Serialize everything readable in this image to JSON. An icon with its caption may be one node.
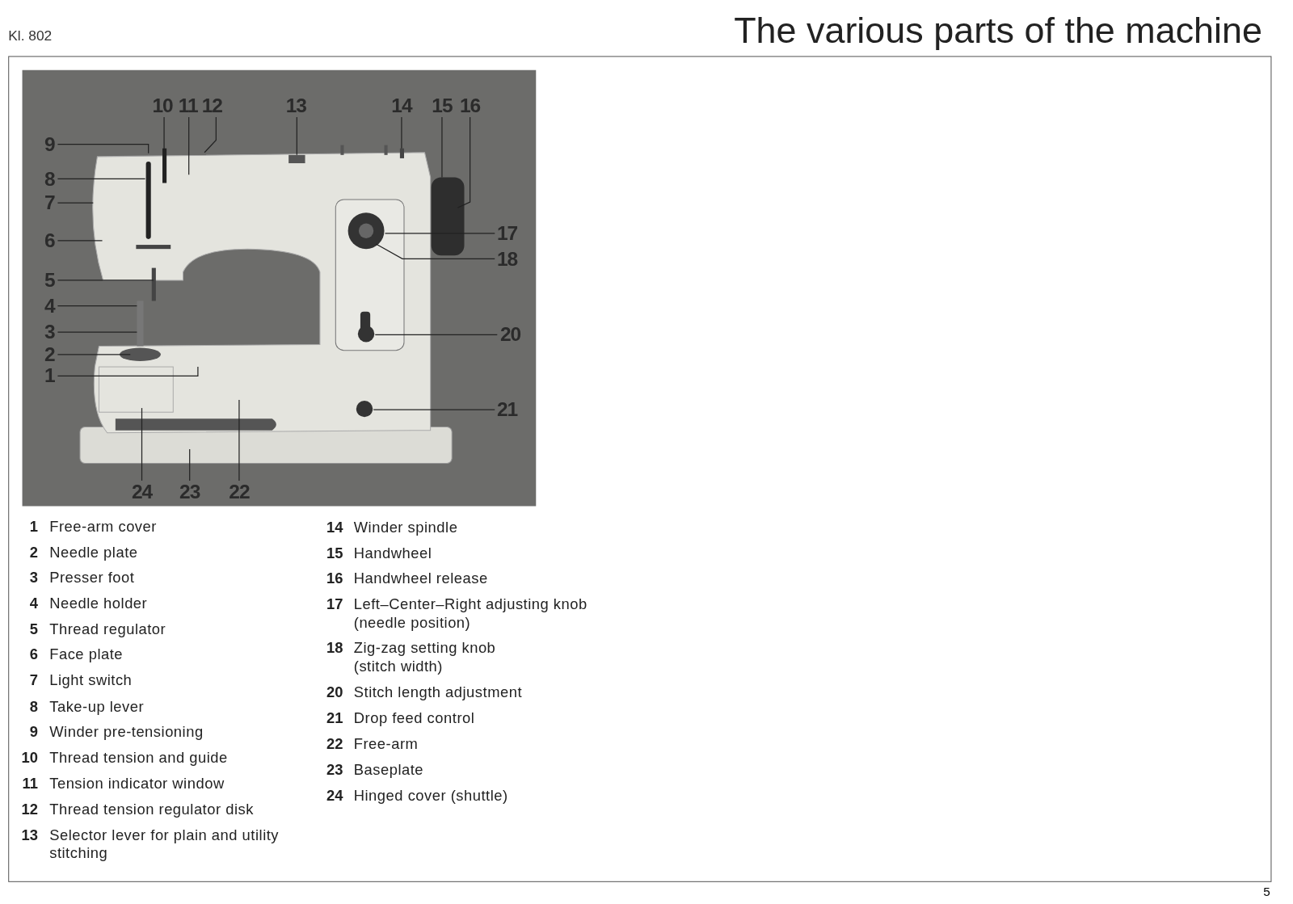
{
  "diagram": {
    "title": "The various parts of the machine",
    "nodes": [
      {
        "text": [
          "1"
        ]
      },
      {
        "text": [
          "2"
        ]
      },
      {
        "text": [
          "3"
        ]
      },
      {
        "text": [
          "4"
        ]
      },
      {
        "text": [
          "5"
        ]
      },
      {
        "text": [
          "6"
        ]
      },
      {
        "text": [
          "7"
        ]
      },
      {
        "text": [
          "8"
        ]
      },
      {
        "text": [
          "9"
        ]
      },
      {
        "text": [
          "10"
        ]
      },
      {
        "text": [
          "11"
        ]
      },
      {
        "text": [
          "12"
        ]
      },
      {
        "text": [
          "13"
        ]
      },
      {
        "text": [
          "14"
        ]
      },
      {
        "text": [
          "15"
        ]
      },
      {
        "text": [
          "16"
        ]
      },
      {
        "text": [
          "17"
        ]
      },
      {
        "text": [
          "18"
        ]
      },
      {
        "text": [
          "20"
        ]
      },
      {
        "text": [
          "21"
        ]
      },
      {
        "text": [
          "22"
        ]
      },
      {
        "text": [
          "23"
        ]
      },
      {
        "text": [
          "24"
        ]
      }
    ],
    "edges": [
      {
        "from": 0,
        "to": null,
        "arrow": "none"
      },
      {
        "from": 1,
        "to": null,
        "arrow": "none"
      },
      {
        "from": 2,
        "to": null,
        "arrow": "none"
      },
      {
        "from": 3,
        "to": null,
        "arrow": "none"
      },
      {
        "from": 4,
        "to": null,
        "arrow": "none"
      },
      {
        "from": 5,
        "to": null,
        "arrow": "none"
      },
      {
        "from": 6,
        "to": null,
        "arrow": "none"
      },
      {
        "from": 7,
        "to": null,
        "arrow": "none"
      },
      {
        "from": 8,
        "to": null,
        "arrow": "none"
      },
      {
        "from": 9,
        "to": null,
        "arrow": "none"
      },
      {
        "from": 10,
        "to": null,
        "arrow": "none"
      },
      {
        "from": 11,
        "to": null,
        "arrow": "none"
      },
      {
        "from": 12,
        "to": null,
        "arrow": "none"
      },
      {
        "from": 13,
        "to": null,
        "arrow": "none"
      },
      {
        "from": 14,
        "to": null,
        "arrow": "none"
      },
      {
        "from": 15,
        "to": null,
        "arrow": "none"
      },
      {
        "from": 16,
        "to": null,
        "arrow": "none"
      },
      {
        "from": 17,
        "to": null,
        "arrow": "none"
      },
      {
        "from": 18,
        "to": null,
        "arrow": "none"
      },
      {
        "from": 19,
        "to": null,
        "arrow": "none"
      },
      {
        "from": 20,
        "to": null,
        "arrow": "none"
      },
      {
        "from": 21,
        "to": null,
        "arrow": "none"
      },
      {
        "from": 22,
        "to": null,
        "arrow": "none"
      }
    ],
    "labels": [
      "Kl. 802",
      "1",
      "Free-arm cover",
      "2",
      "Needle plate",
      "3",
      "Presser foot",
      "4",
      "Needle holder",
      "5",
      "Thread regulator",
      "6",
      "Face plate",
      "7",
      "Light switch",
      "8",
      "Take-up lever",
      "9",
      "Winder pre-tensioning",
      "10",
      "Thread tension and guide",
      "11",
      "Tension indicator window",
      "12",
      "Thread tension regulator disk",
      "13",
      "Selector lever for plain and utility stitching",
      "14",
      "Winder spindle",
      "15",
      "Handwheel",
      "16",
      "Handwheel release",
      "17",
      "Left–Center–Right adjusting knob (needle position)",
      "18",
      "Zig-zag setting knob (stitch width)",
      "20",
      "Stitch length adjustment",
      "21",
      "Drop feed control",
      "22",
      "Free-arm",
      "23",
      "Baseplate",
      "24",
      "Hinged cover (shuttle)",
      "5"
    ]
  }
}
